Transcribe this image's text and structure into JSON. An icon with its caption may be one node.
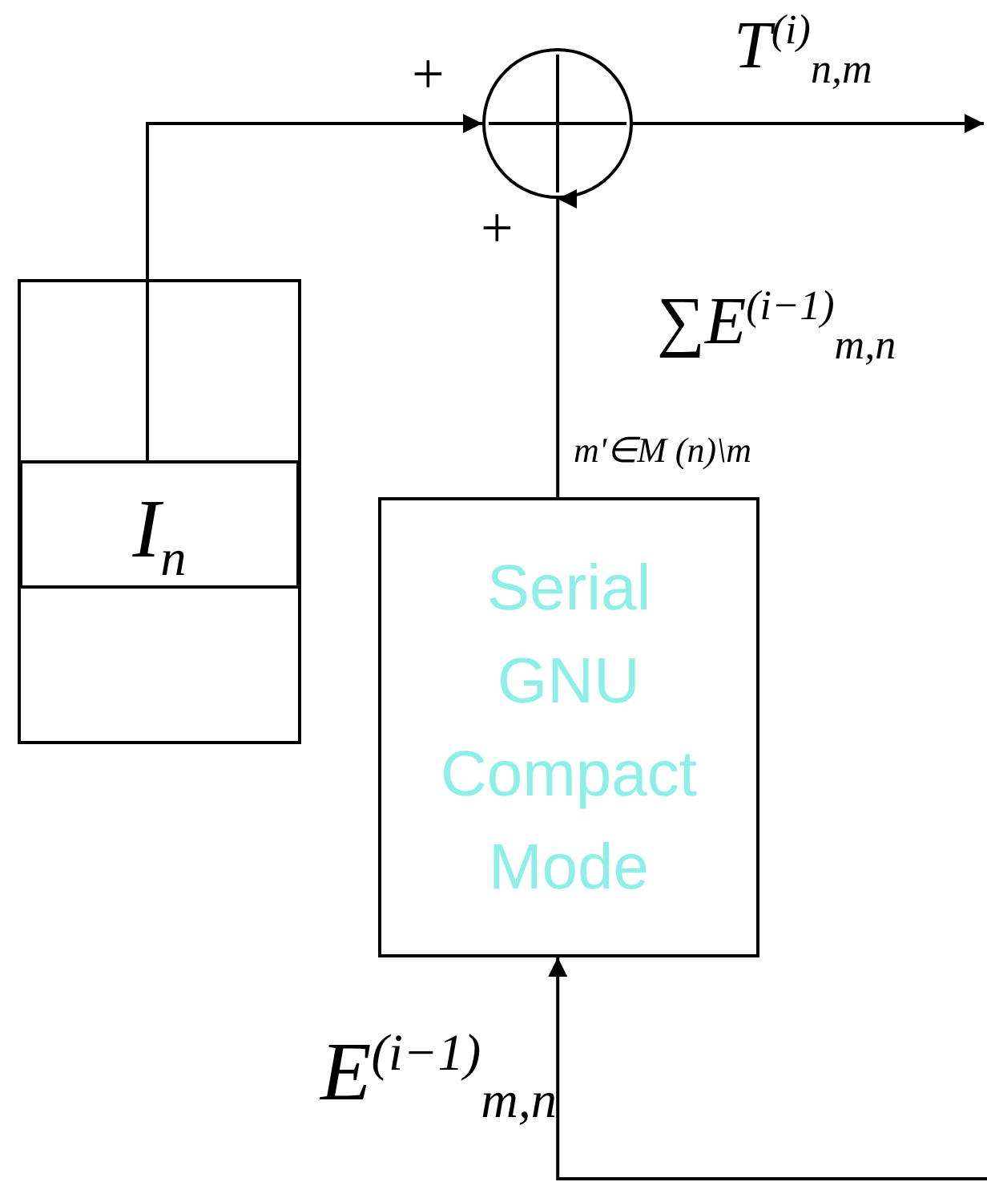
{
  "diagram": {
    "nodes": [
      {
        "text": [
          "I$_{n}$"
        ]
      },
      {
        "text": [],
        "shape": "circle"
      },
      {
        "text": [
          "Serial GNU Compact Mode"
        ]
      }
    ],
    "edges": [
      {
        "from": 0,
        "to": 1,
        "arrow": "to"
      },
      {
        "from": 2,
        "to": 1,
        "arrow": "to",
        "label": "∑E$^{(i−1)}$$_{m,n}$"
      },
      {
        "from": 1,
        "to": null,
        "arrow": "to",
        "label": "T$^{(i)}$$_{n,m}$"
      },
      {
        "from": null,
        "to": 2,
        "arrow": "to",
        "label": "E$^{(i−1)}$$_{m,n}$"
      }
    ],
    "labels": [
      "+",
      "+",
      "m'∈M (n)\\m"
    ]
  }
}
